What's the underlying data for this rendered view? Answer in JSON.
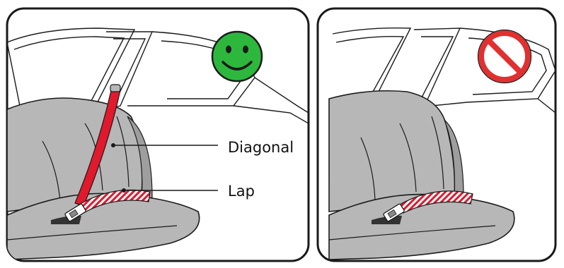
{
  "labels": {
    "diagonal": "Diagonal",
    "lap": "Lap"
  },
  "panels": [
    {
      "id": "correct",
      "status": "correct",
      "status_icon": "smiley-face-icon",
      "status_color": "#2db83d"
    },
    {
      "id": "incorrect",
      "status": "incorrect",
      "status_icon": "prohibited-icon",
      "status_color": "#e03030"
    }
  ],
  "colors": {
    "belt": "#e0192d",
    "lap_stripe": "#e0192d",
    "seat": "#b7b7b8",
    "seat_dark": "#9e9e9f",
    "outline": "#1a1a1a",
    "frame_border": "#1a1a1a",
    "smiley_bg": "#2db83d",
    "prohibit": "#e03030"
  }
}
